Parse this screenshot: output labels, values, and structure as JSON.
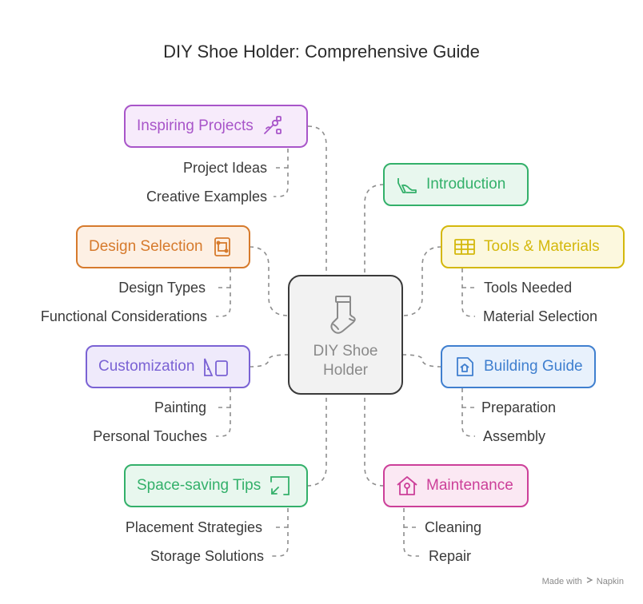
{
  "title": "DIY Shoe Holder: Comprehensive Guide",
  "center": {
    "label": "DIY Shoe Holder",
    "icon": "sock-icon"
  },
  "colors": {
    "purple": "#a855c9",
    "orange": "#d67a2c",
    "violet": "#7a62d4",
    "green": "#33b06a",
    "yellow": "#d4b80c",
    "blue": "#3f7fcf",
    "pink": "#cc3f99",
    "line": "#8e8e8e"
  },
  "branches": {
    "inspiring": {
      "label": "Inspiring Projects",
      "icon": "tools-icon",
      "items": [
        "Project Ideas",
        "Creative Examples"
      ]
    },
    "design": {
      "label": "Design Selection",
      "icon": "frame-icon",
      "items": [
        "Design Types",
        "Functional Considerations"
      ]
    },
    "custom": {
      "label": "Customization",
      "icon": "paint-devices-icon",
      "items": [
        "Painting",
        "Personal Touches"
      ]
    },
    "space": {
      "label": "Space-saving Tips",
      "icon": "resize-icon",
      "items": [
        "Placement Strategies",
        "Storage Solutions"
      ]
    },
    "intro": {
      "label": "Introduction",
      "icon": "high-heel-icon",
      "items": []
    },
    "tools": {
      "label": "Tools & Materials",
      "icon": "grid-icon",
      "items": [
        "Tools Needed",
        "Material Selection"
      ]
    },
    "building": {
      "label": "Building Guide",
      "icon": "house-file-icon",
      "items": [
        "Preparation",
        "Assembly"
      ]
    },
    "maint": {
      "label": "Maintenance",
      "icon": "house-wrench-icon",
      "items": [
        "Cleaning",
        "Repair"
      ]
    }
  },
  "footer": {
    "made_with": "Made with",
    "brand": "Napkin"
  }
}
